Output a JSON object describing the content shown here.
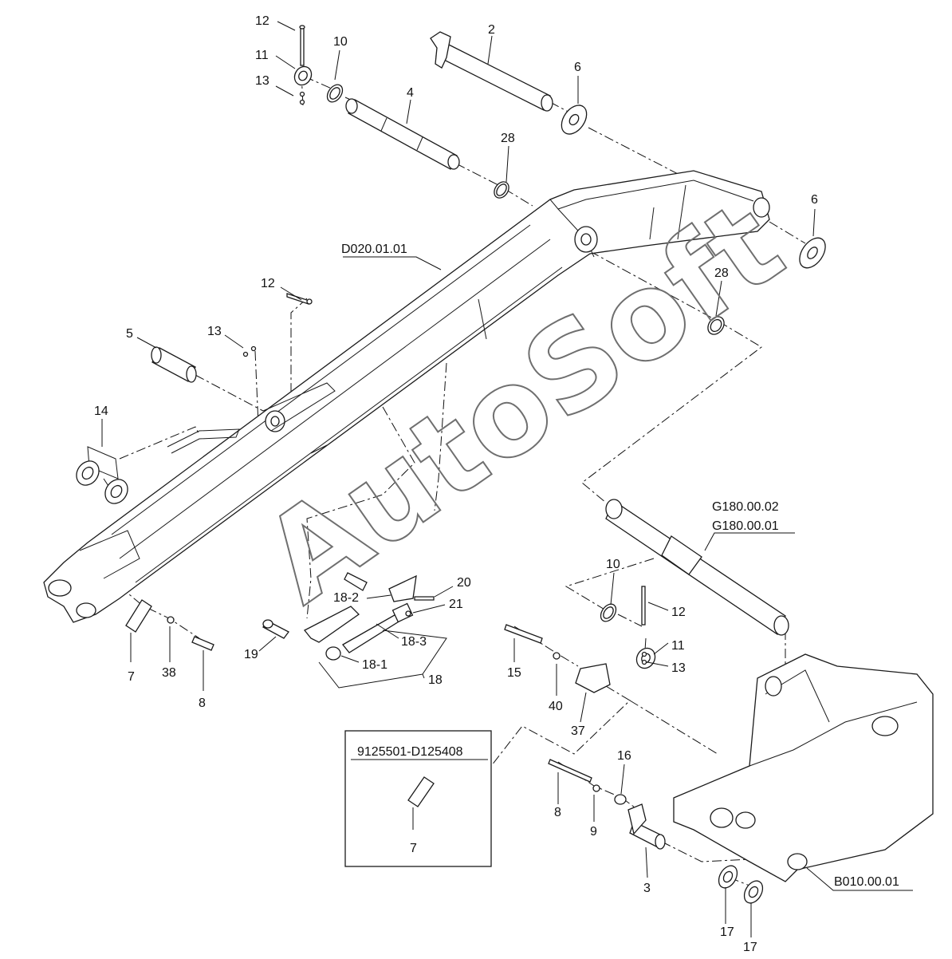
{
  "watermark": "AutoSoft",
  "refs": {
    "boom": "D020.01.01",
    "cyl_a": "G180.00.02",
    "cyl_b": "G180.00.01",
    "frame": "B010.00.01",
    "serial_range": "9125501-D125408"
  },
  "callouts": {
    "c12a": "12",
    "c11a": "11",
    "c13a": "13",
    "c10a": "10",
    "c2": "2",
    "c6a": "6",
    "c4": "4",
    "c28a": "28",
    "c6b": "6",
    "c28b": "28",
    "c12b": "12",
    "c13b": "13",
    "c5": "5",
    "c14": "14",
    "c7a": "7",
    "c38": "38",
    "c8a": "8",
    "c20": "20",
    "c18_2": "18-2",
    "c21": "21",
    "c18_3": "18-3",
    "c19": "19",
    "c18_1": "18-1",
    "c18": "18",
    "c15": "15",
    "c40": "40",
    "c37": "37",
    "c10b": "10",
    "c12c": "12",
    "c11b": "11",
    "c13c": "13",
    "c16": "16",
    "c8b": "8",
    "c9": "9",
    "c3": "3",
    "c7b": "7",
    "c17a": "17",
    "c17b": "17"
  }
}
